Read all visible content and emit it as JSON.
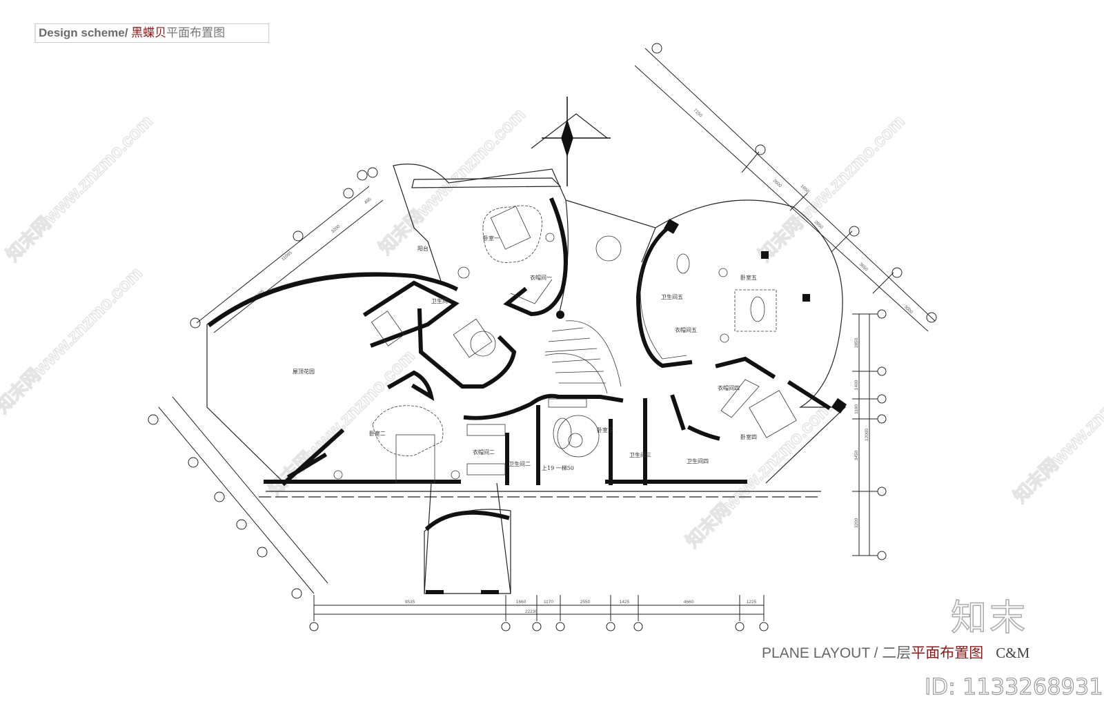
{
  "header": {
    "title_en": "Design scheme/ ",
    "title_red": "黑蝶贝",
    "title_gray": "平面布置图"
  },
  "rooms": {
    "balcony": "阳台",
    "bedroom1": "卧室一",
    "closet1": "衣帽间一",
    "bath1": "卫生间一",
    "roof_garden": "屋顶花园",
    "bedroom2": "卧室二",
    "closet2": "衣帽间二",
    "bath2": "卫生间二",
    "bedroom3": "卧室三",
    "bath3": "卫生间三",
    "bath4": "卫生间四",
    "bedroom4": "卧室四",
    "closet4": "衣帽间四",
    "bedroom5": "卧室五",
    "bath5": "卫生间五",
    "closet5": "衣帽间五",
    "stair_note": "上19 一梯50"
  },
  "dims_bottom": {
    "segments": [
      "9535",
      "1660",
      "1170",
      "2550",
      "1425",
      "4660",
      "1225"
    ],
    "total": "22230"
  },
  "dims_right": {
    "segments": [
      "2850",
      "1400",
      "1100",
      "3450",
      "3200"
    ],
    "total": "12000"
  },
  "dims_upper_right": [
    "7150",
    "2600",
    "1650",
    "2650",
    "3650",
    "3000"
  ],
  "dims_upper_left": [
    "11095",
    "6065",
    "3200",
    "495"
  ],
  "footer": {
    "en": "PLANE LAYOUT / ",
    "floor": "二层",
    "red": "平面布置图",
    "brand": "C&M"
  },
  "watermark": {
    "text": "知末网www.znzmo.com",
    "logo": "知末",
    "id": "ID: 1133268931"
  }
}
